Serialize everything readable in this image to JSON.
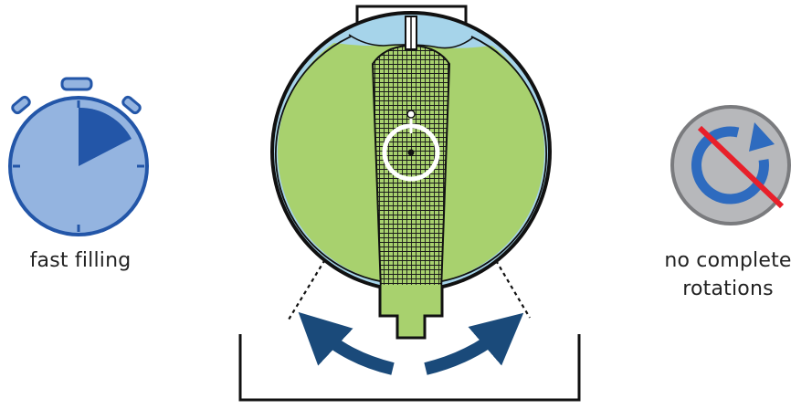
{
  "labels": {
    "left": "fast filling",
    "right_line1": "no complete",
    "right_line2": "rotations"
  },
  "colors": {
    "outline": "#111111",
    "fill_green": "#a8d16e",
    "glass_blue": "#a6d4ea",
    "timer_fill": "#94b4e0",
    "timer_stroke": "#2356a8",
    "timer_wedge": "#2356a8",
    "arrow_blue": "#1a4a7a",
    "sign_gray": "#b7b8bb",
    "sign_ring": "#7a7b7e",
    "rotate_blue": "#2e6bbf",
    "prohibit_red": "#e8202a"
  },
  "icons": [
    "stopwatch-icon",
    "no-rotation-icon",
    "swing-arrow-icon"
  ]
}
